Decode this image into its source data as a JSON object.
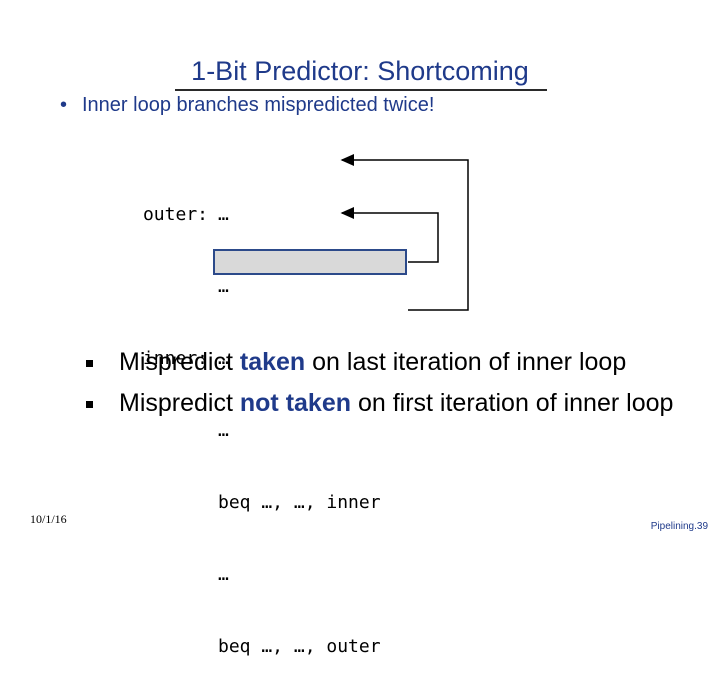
{
  "title": "1-Bit Predictor: Shortcoming",
  "main_bullet": {
    "highlight": "Inner",
    "rest": " loop branches mispredicted twice!"
  },
  "code": {
    "labels": [
      "outer:",
      "",
      "inner:",
      "",
      "",
      "",
      ""
    ],
    "lines": [
      "…",
      "…",
      "…",
      "…",
      "beq …, …, inner",
      "…",
      "beq …, …, outer"
    ]
  },
  "sub_bullets": [
    {
      "prefix": "Mispredict ",
      "emphasis": "taken",
      "suffix": " on last iteration of inner loop"
    },
    {
      "prefix": "Mispredict ",
      "emphasis": "not taken",
      "suffix": " on first iteration of inner loop"
    }
  ],
  "footer": {
    "date": "10/1/16",
    "page": "Pipelining.39"
  },
  "colors": {
    "accent": "#1f3a8a",
    "highlight_fill": "#d9d9d9"
  }
}
